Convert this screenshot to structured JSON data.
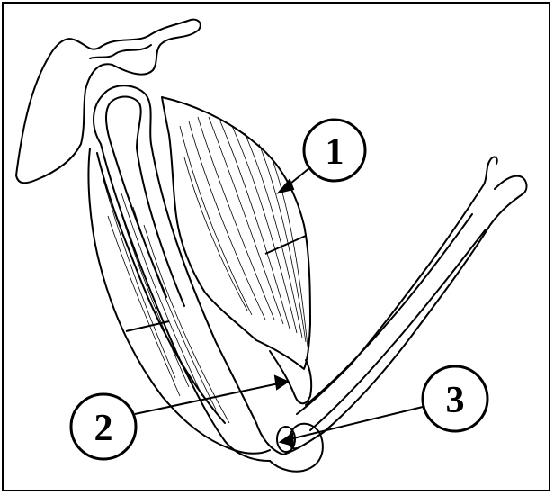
{
  "labels": [
    {
      "id": "1",
      "text": "1"
    },
    {
      "id": "2",
      "text": "2"
    },
    {
      "id": "3",
      "text": "3"
    }
  ],
  "colors": {
    "stroke": "#000000",
    "background": "#ffffff"
  }
}
